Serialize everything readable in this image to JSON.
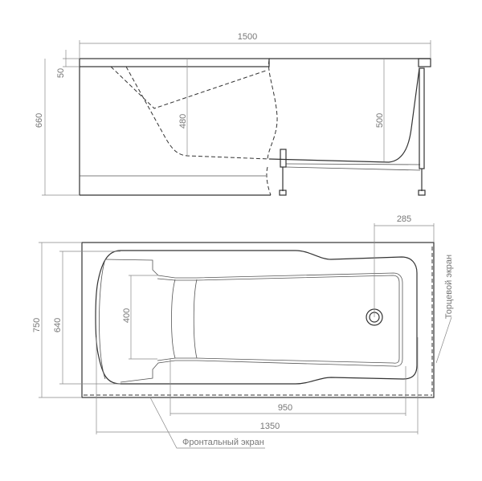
{
  "side_view": {
    "length": "1500",
    "rim_height": "50",
    "total_height": "660",
    "seat_depth": "480",
    "bath_depth": "500"
  },
  "top_view": {
    "drain_offset": "285",
    "width": "750",
    "inner_width": "640",
    "seat_width": "400",
    "bottom_length": "950",
    "inner_length": "1350",
    "front_panel_label": "Фронтальный экран",
    "end_panel_label": "Торцевой экран"
  }
}
